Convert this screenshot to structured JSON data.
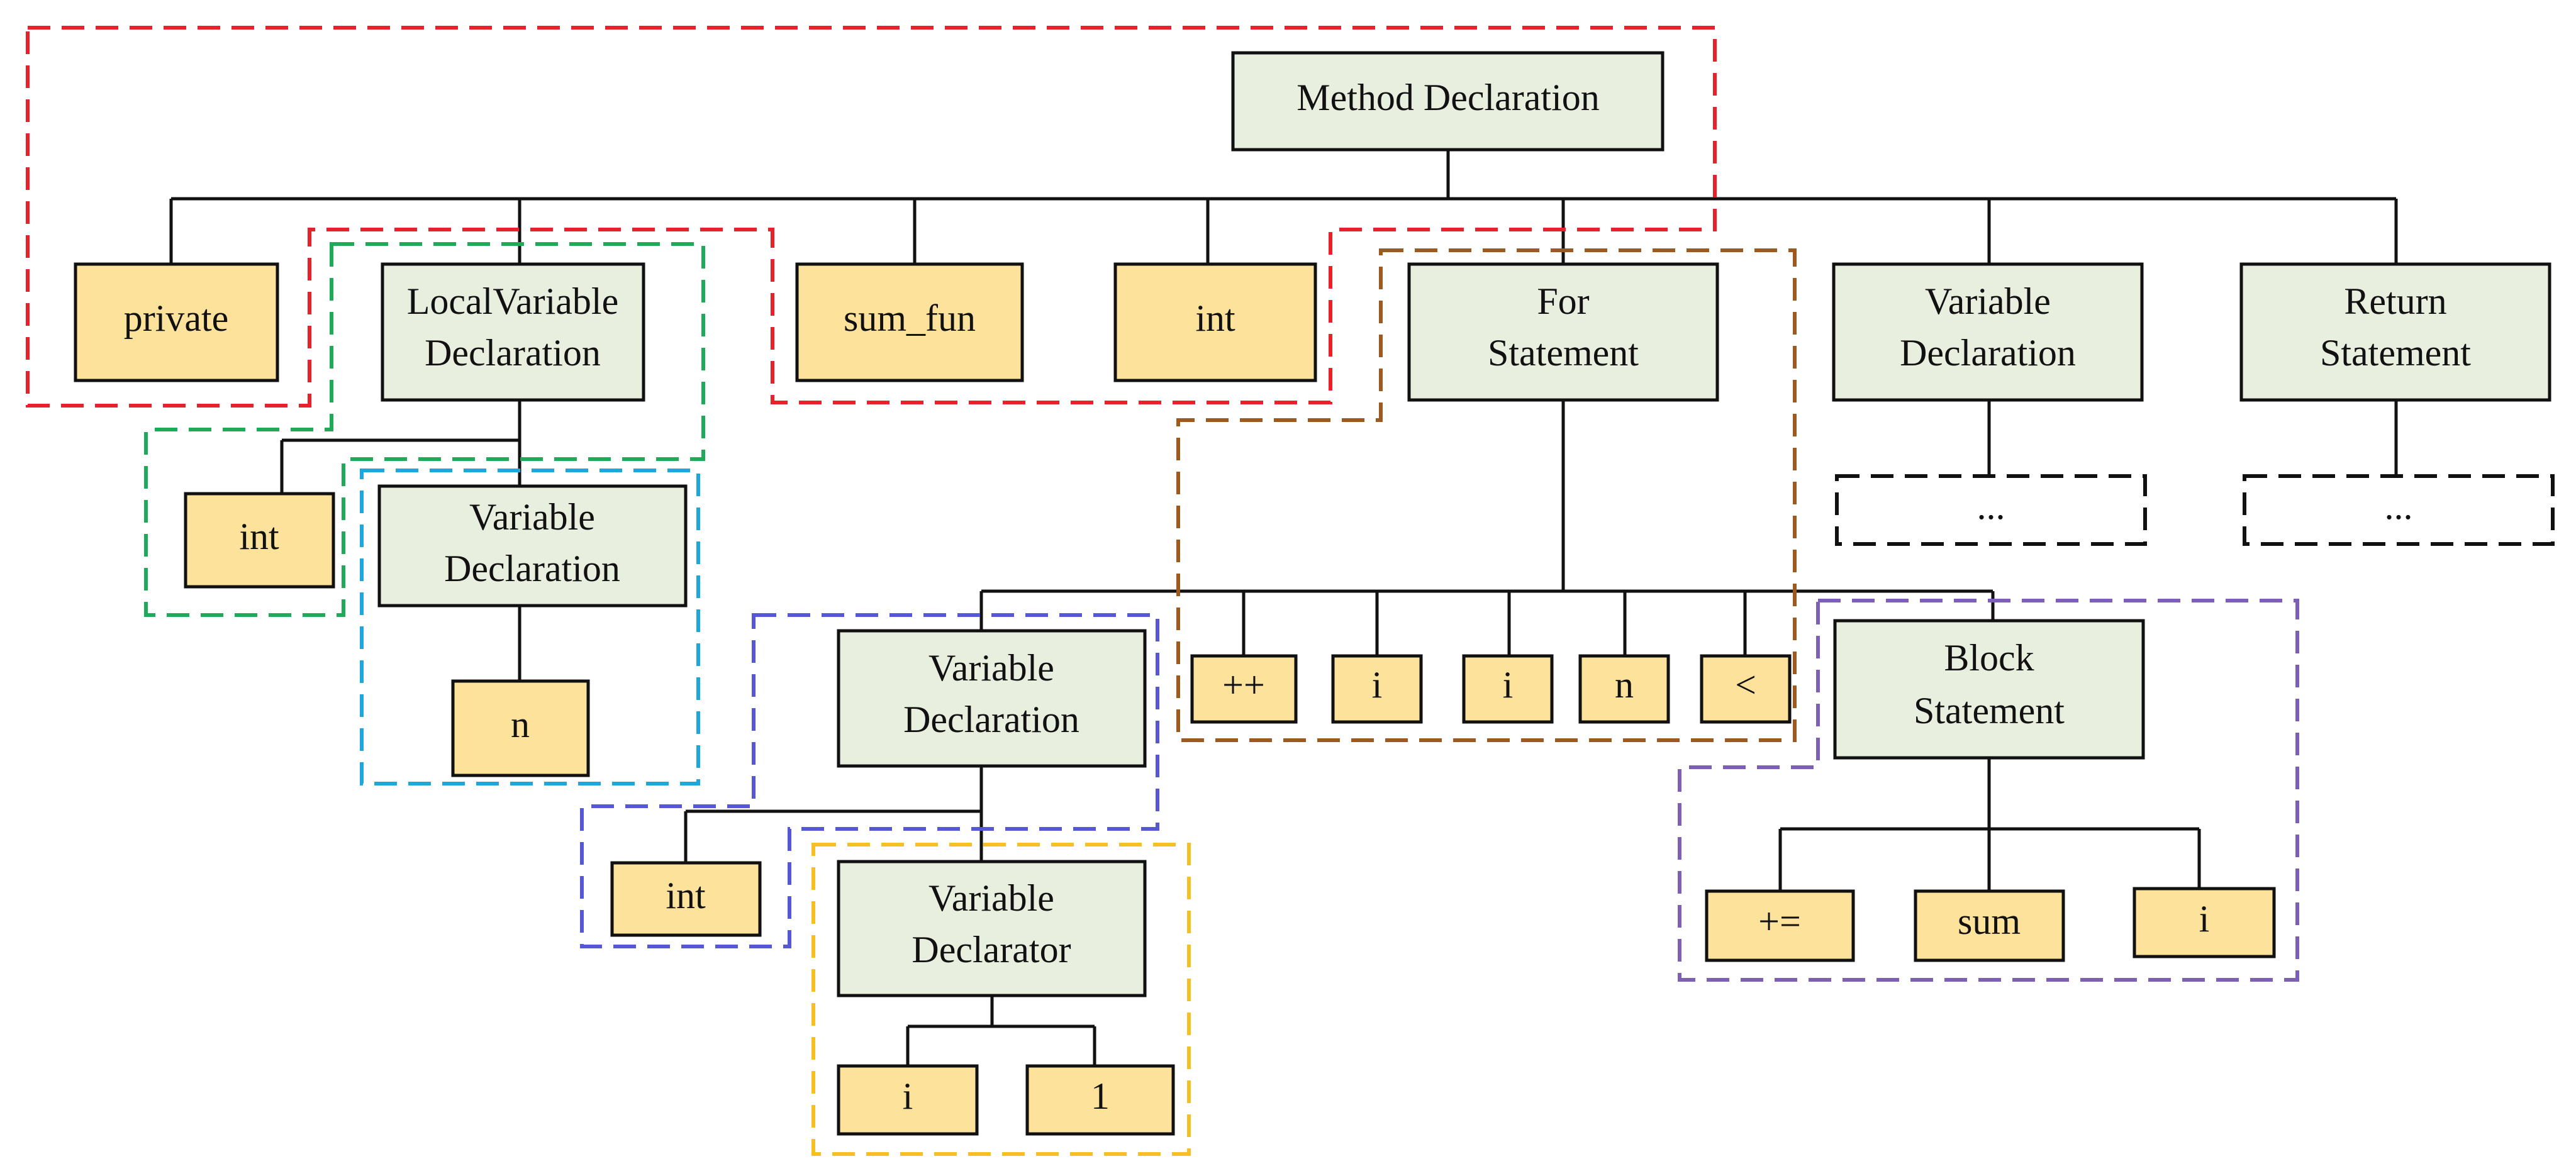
{
  "colors": {
    "green_node_fill": "#e8efdf",
    "yellow_node_fill": "#fde29b",
    "red_group": "#e8212a",
    "green_group": "#1faa5a",
    "cyan_group": "#1ea7dd",
    "blue_group": "#5557d6",
    "yellow_group": "#f5c024",
    "brown_group": "#9c5a1e",
    "purple_group": "#7d5fb8"
  },
  "nodes": {
    "method_declaration": "Method Declaration",
    "private": "private",
    "local_var_decl_1": "LocalVariable",
    "local_var_decl_2": "Declaration",
    "sum_fun": "sum_fun",
    "int_return": "int",
    "for_statement_1": "For",
    "for_statement_2": "Statement",
    "var_decl_top_1": "Variable",
    "var_decl_top_2": "Declaration",
    "return_statement_1": "Return",
    "return_statement_2": "Statement",
    "ellipsis_var": "...",
    "ellipsis_return": "...",
    "int_local": "int",
    "var_decl_local_1": "Variable",
    "var_decl_local_2": "Declaration",
    "n_local": "n",
    "var_decl_for_1": "Variable",
    "var_decl_for_2": "Declaration",
    "plusplus": "++",
    "i_update": "i",
    "i_compare": "i",
    "n_compare": "n",
    "less_than": "<",
    "block_statement_1": "Block",
    "block_statement_2": "Statement",
    "int_for": "int",
    "var_declarator_1": "Variable",
    "var_declarator_2": "Declarator",
    "i_init": "i",
    "one_init": "1",
    "plus_eq": "+=",
    "sum": "sum",
    "i_block": "i"
  }
}
